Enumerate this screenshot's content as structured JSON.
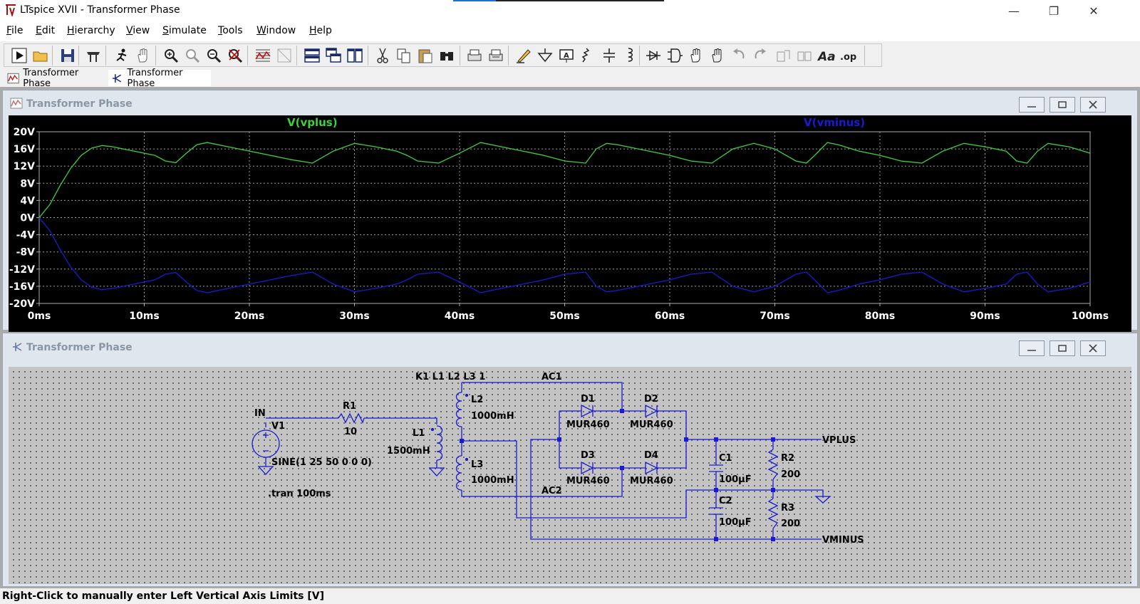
{
  "window": {
    "title": "LTspice XVII - Transformer Phase",
    "controls": [
      "—",
      "❐",
      "✕"
    ]
  },
  "menu": [
    "File",
    "Edit",
    "Hierarchy",
    "View",
    "Simulate",
    "Tools",
    "Window",
    "Help"
  ],
  "toolbar": {
    "icons": [
      "run-icon",
      "open-icon",
      "save-icon",
      "control-panel-icon",
      "halt-icon",
      "pan-icon",
      "zoom-in-icon",
      "zoom-area-icon",
      "zoom-out-icon",
      "zoom-cancel-icon",
      "autorange-icon",
      "mark-icon",
      "tile-horizontal-icon",
      "cascade-icon",
      "tile-vertical-icon",
      "cut-icon",
      "copy-icon",
      "paste-icon",
      "find-icon",
      "print-icon",
      "print-preview-icon",
      "wire-icon",
      "ground-icon",
      "label-icon",
      "resistor-icon",
      "capacitor-icon",
      "inductor-icon",
      "diode-icon",
      "component-icon",
      "move-icon",
      "drag-icon",
      "undo-icon",
      "redo-icon",
      "rotate-icon",
      "mirror-icon",
      "text-icon",
      "spice-directive-icon"
    ]
  },
  "tabs": [
    {
      "label": "Transformer Phase",
      "icon": "waveform-icon",
      "active": false
    },
    {
      "label": "Transformer Phase",
      "icon": "schematic-icon",
      "active": true
    }
  ],
  "plot_window": {
    "title": "Transformer Phase"
  },
  "schematic_window": {
    "title": "Transformer Phase"
  },
  "chart_data": {
    "type": "line",
    "title": "",
    "xlabel": "",
    "ylabel": "",
    "xlim": [
      0,
      100
    ],
    "ylim": [
      -20,
      20
    ],
    "x_ticks": [
      "0ms",
      "10ms",
      "20ms",
      "30ms",
      "40ms",
      "50ms",
      "60ms",
      "70ms",
      "80ms",
      "90ms",
      "100ms"
    ],
    "y_ticks": [
      "20V",
      "16V",
      "12V",
      "8V",
      "4V",
      "0V",
      "-4V",
      "-8V",
      "-12V",
      "-16V",
      "-20V"
    ],
    "grid": true,
    "series": [
      {
        "name": "V(vplus)",
        "color": "#3cd23c",
        "x": [
          0,
          1,
          2,
          3,
          4,
          5,
          6,
          7,
          8,
          9,
          10,
          11,
          12,
          13,
          14,
          15,
          16,
          18,
          20,
          22,
          24,
          26,
          28,
          30,
          32,
          33,
          34,
          35,
          36,
          38,
          40,
          42,
          44,
          46,
          48,
          50,
          52,
          53,
          54,
          55,
          56,
          58,
          60,
          62,
          64,
          66,
          68,
          70,
          72,
          73,
          74,
          75,
          76,
          78,
          80,
          82,
          84,
          86,
          88,
          90,
          92,
          93,
          94,
          95,
          96,
          98,
          100
        ],
        "y": [
          0,
          3,
          7.5,
          11.5,
          14.5,
          16.2,
          16.8,
          16.5,
          16,
          15.5,
          15,
          14.5,
          13.2,
          12.8,
          15,
          17,
          17.5,
          16.5,
          15.5,
          14.5,
          13.5,
          12.7,
          15.5,
          17.3,
          16.5,
          16,
          15.5,
          14.5,
          13.2,
          12.7,
          15,
          17.5,
          16.5,
          15.5,
          14.5,
          13.2,
          12.7,
          16,
          17.3,
          17,
          16.5,
          15.5,
          14.5,
          13.2,
          12.7,
          16,
          17.3,
          16,
          13.2,
          12.7,
          15,
          17.5,
          17,
          15.5,
          14.5,
          13.2,
          12.7,
          15.5,
          17.3,
          16.5,
          15.5,
          13.2,
          12.7,
          15.5,
          17.3,
          16.5,
          15
        ]
      },
      {
        "name": "V(vminus)",
        "color": "#1a1ad2",
        "x": [
          0,
          1,
          2,
          3,
          4,
          5,
          6,
          7,
          8,
          9,
          10,
          11,
          12,
          13,
          14,
          15,
          16,
          18,
          20,
          22,
          24,
          26,
          28,
          30,
          32,
          33,
          34,
          35,
          36,
          38,
          40,
          42,
          44,
          46,
          48,
          50,
          52,
          53,
          54,
          55,
          56,
          58,
          60,
          62,
          64,
          66,
          68,
          70,
          72,
          73,
          74,
          75,
          76,
          78,
          80,
          82,
          84,
          86,
          88,
          90,
          92,
          93,
          94,
          95,
          96,
          98,
          100
        ],
        "y": [
          0,
          -3,
          -7.5,
          -11.5,
          -14.5,
          -16.2,
          -16.8,
          -16.5,
          -16,
          -15.5,
          -15,
          -14.5,
          -13.2,
          -12.8,
          -15,
          -17,
          -17.5,
          -16.5,
          -15.5,
          -14.5,
          -13.5,
          -12.7,
          -15.5,
          -17.3,
          -16.5,
          -16,
          -15.5,
          -14.5,
          -13.2,
          -12.7,
          -15,
          -17.5,
          -16.5,
          -15.5,
          -14.5,
          -13.2,
          -12.7,
          -16,
          -17.3,
          -17,
          -16.5,
          -15.5,
          -14.5,
          -13.2,
          -12.7,
          -16,
          -17.3,
          -16,
          -13.2,
          -12.7,
          -15,
          -17.5,
          -17,
          -15.5,
          -14.5,
          -13.2,
          -12.7,
          -15.5,
          -17.3,
          -16.5,
          -15.5,
          -13.2,
          -12.7,
          -15.5,
          -17.3,
          -16.5,
          -15
        ]
      }
    ]
  },
  "schematic": {
    "labels": {
      "net_in": "IN",
      "v1_name": "V1",
      "v1_value": "SINE(1 25 50 0 0 0)",
      "r1_name": "R1",
      "r1_value": "10",
      "l1_name": "L1",
      "l1_value": "1500mH",
      "coupling": "K1 L1 L2 L3 1",
      "l2_name": "L2",
      "l2_value": "1000mH",
      "l3_name": "L3",
      "l3_value": "1000mH",
      "net_ac1": "AC1",
      "net_ac2": "AC2",
      "d1_name": "D1",
      "d1_value": "MUR460",
      "d2_name": "D2",
      "d2_value": "MUR460",
      "d3_name": "D3",
      "d3_value": "MUR460",
      "d4_name": "D4",
      "d4_value": "MUR460",
      "c1_name": "C1",
      "c1_value": "100µF",
      "c2_name": "C2",
      "c2_value": "100µF",
      "r2_name": "R2",
      "r2_value": "200",
      "r3_name": "R3",
      "r3_value": "200",
      "net_vplus": "VPLUS",
      "net_vminus": "VMINUS",
      "directive": ".tran 100ms"
    }
  },
  "status": {
    "text": "Right-Click to manually enter Left Vertical Axis Limits [V]"
  }
}
